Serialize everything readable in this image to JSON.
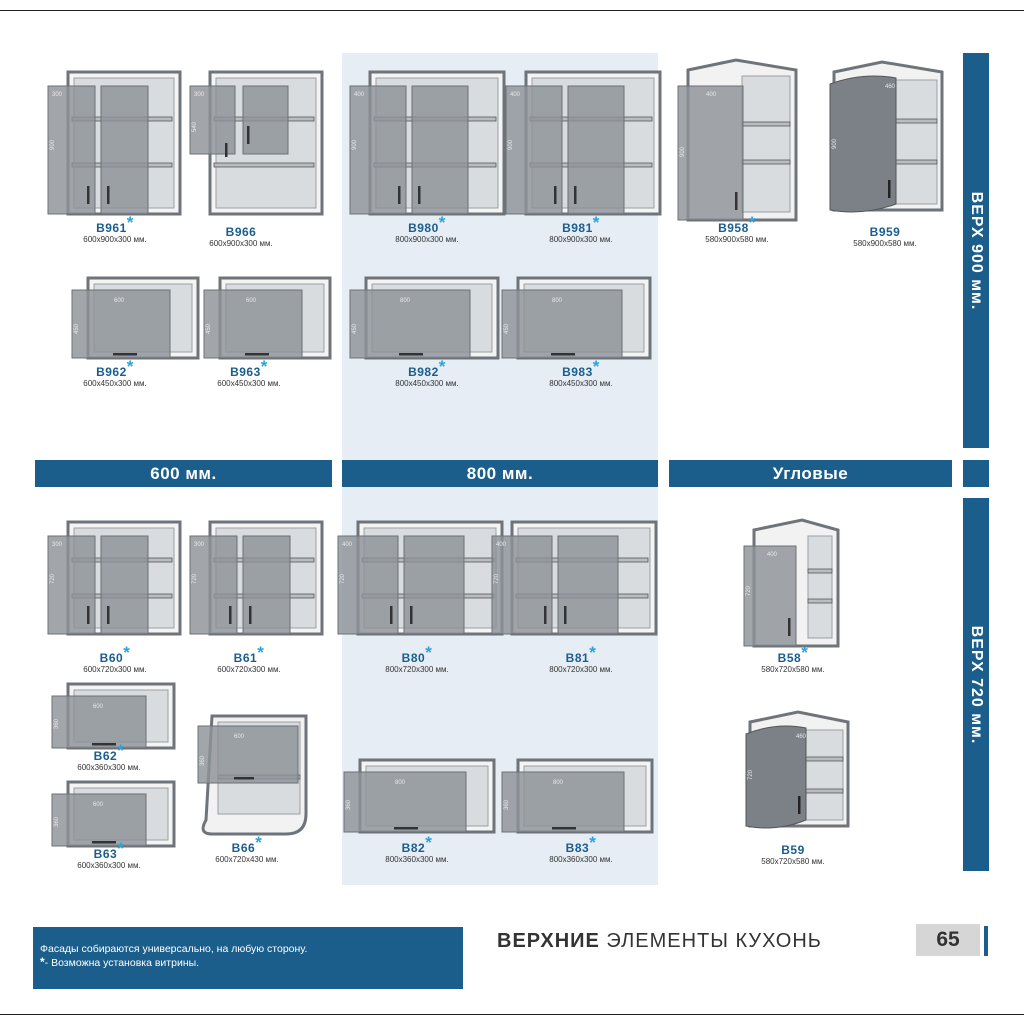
{
  "sections": {
    "w600": "600 мм.",
    "w800": "800 мм.",
    "corner": "Угловые"
  },
  "side_labels": {
    "top900": "ВЕРХ 900 мм.",
    "top720": "ВЕРХ 720 мм."
  },
  "cabinets": [
    {
      "code": "В961",
      "dims": "600x900x300 мм.",
      "star": "*",
      "w": "300",
      "h": "900"
    },
    {
      "code": "В966",
      "dims": "600x900x300 мм.",
      "star": "",
      "w": "300",
      "h": "540"
    },
    {
      "code": "В980",
      "dims": "800x900x300 мм.",
      "star": "*",
      "w": "400",
      "h": "900"
    },
    {
      "code": "В981",
      "dims": "800x900x300 мм.",
      "star": "*",
      "w": "400",
      "h": "900"
    },
    {
      "code": "В958",
      "dims": "580x900x580 мм.",
      "star": "*",
      "w": "400",
      "h": "900"
    },
    {
      "code": "В959",
      "dims": "580x900x580 мм.",
      "star": "",
      "w": "460",
      "h": "900"
    },
    {
      "code": "В962",
      "dims": "600x450x300 мм.",
      "star": "*",
      "w": "600",
      "h": "450"
    },
    {
      "code": "В963",
      "dims": "600x450x300 мм.",
      "star": "*",
      "w": "600",
      "h": "450"
    },
    {
      "code": "В982",
      "dims": "800x450x300 мм.",
      "star": "*",
      "w": "800",
      "h": "450"
    },
    {
      "code": "В983",
      "dims": "800x450x300 мм.",
      "star": "*",
      "w": "800",
      "h": "450"
    },
    {
      "code": "В60",
      "dims": "600x720x300 мм.",
      "star": "*",
      "w": "300",
      "h": "720"
    },
    {
      "code": "В61",
      "dims": "600x720x300 мм.",
      "star": "*",
      "w": "300",
      "h": "720"
    },
    {
      "code": "В80",
      "dims": "800x720x300 мм.",
      "star": "*",
      "w": "400",
      "h": "720"
    },
    {
      "code": "В81",
      "dims": "800x720x300 мм.",
      "star": "*",
      "w": "400",
      "h": "720"
    },
    {
      "code": "В58",
      "dims": "580x720x580 мм.",
      "star": "*",
      "w": "400",
      "h": "720"
    },
    {
      "code": "В62",
      "dims": "600x360x300 мм.",
      "star": "*",
      "w": "600",
      "h": "360"
    },
    {
      "code": "В63",
      "dims": "600x360x300 мм.",
      "star": "*",
      "w": "600",
      "h": "360"
    },
    {
      "code": "В66",
      "dims": "600x720x430 мм.",
      "star": "*",
      "w": "600",
      "h": "360"
    },
    {
      "code": "В82",
      "dims": "800x360x300 мм.",
      "star": "*",
      "w": "800",
      "h": "360"
    },
    {
      "code": "В83",
      "dims": "800x360x300 мм.",
      "star": "*",
      "w": "800",
      "h": "360"
    },
    {
      "code": "В59",
      "dims": "580x720x580 мм.",
      "star": "",
      "w": "460",
      "h": "720"
    }
  ],
  "footer": {
    "note_line1": "Фасады собираются универсально, на любую сторону.",
    "note_line2": "- Возможна установка витрины.",
    "note_star": "*",
    "title_bold": "ВЕРХНИЕ",
    "title_rest": " ЭЛЕМЕНТЫ КУХОНЬ",
    "page": "65"
  },
  "colors": {
    "accent": "#1b5e8c",
    "star": "#2aa3dc",
    "highlight": "#e6edf4",
    "door": "#8d9398",
    "carcass": "#6e7479"
  }
}
